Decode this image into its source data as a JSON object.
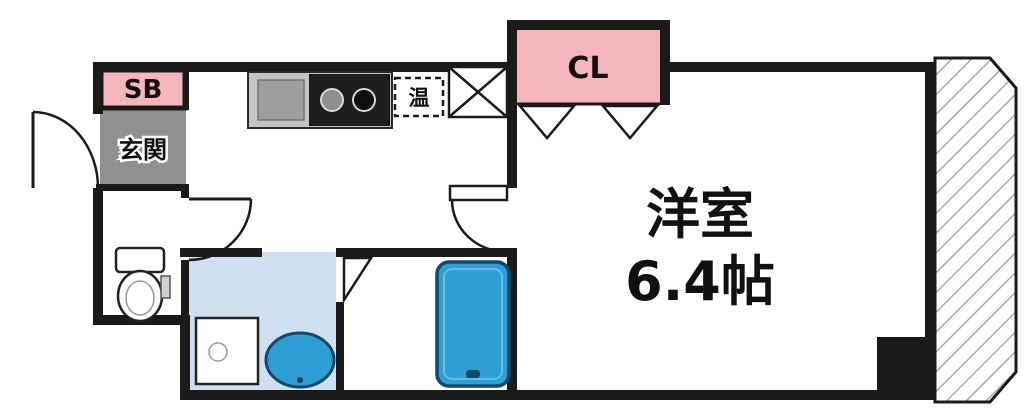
{
  "labels": {
    "shoe_box": "SB",
    "entrance": "玄関",
    "closet": "CL",
    "water_heater": "温",
    "room_name": "洋室",
    "room_size": "6.4帖"
  },
  "colors": {
    "wall": "#1b1b1b",
    "accent_pink": "#f5b6bb",
    "entrance_tile": "#909090",
    "washroom_floor": "#cfdff0",
    "fixture_blue": "#2d9fd4",
    "bathtub_border": "#14496b",
    "counter": "#c4c4c4",
    "counter_sink": "#9e9e9e",
    "stove": "#1c1c1c",
    "burner_light": "#8f8f8f",
    "burner_dark": "#101010",
    "hatch_line": "#a9a9a9",
    "background": "#ffffff",
    "text": "#111111"
  }
}
